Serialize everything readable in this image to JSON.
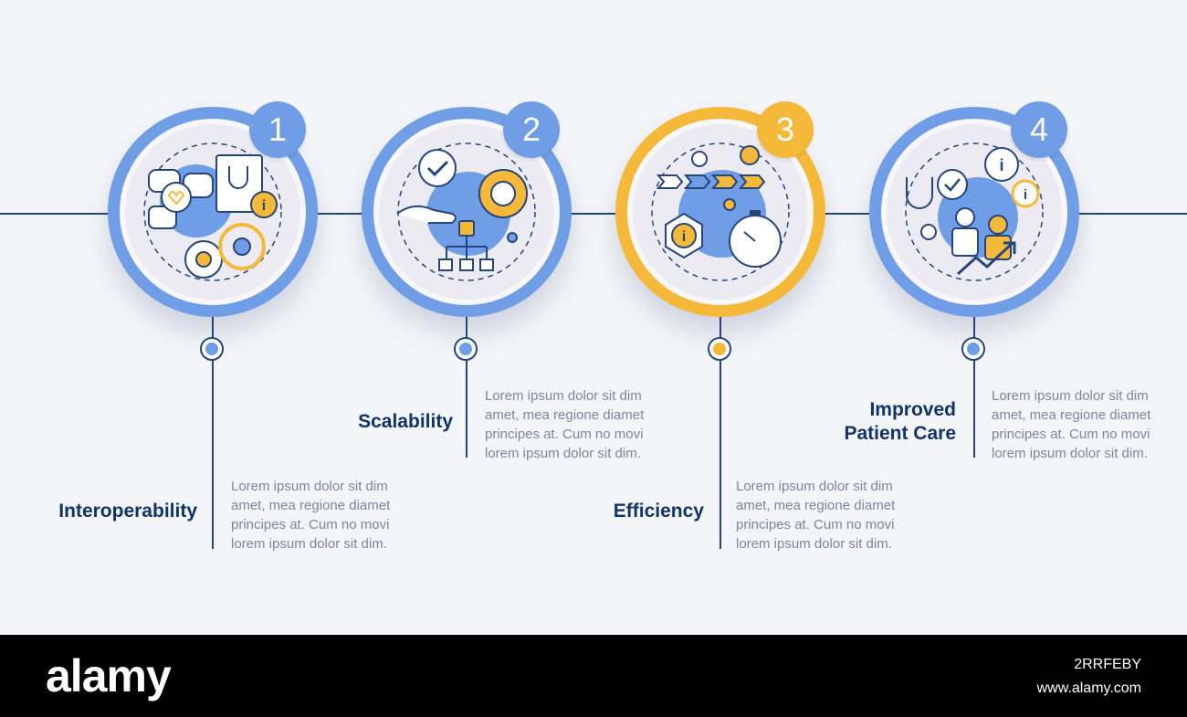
{
  "colors": {
    "blue": "#6f9de6",
    "yellow": "#f5b93a",
    "navy": "#10336b",
    "line": "#26457a",
    "text": "#7d869c"
  },
  "steps": [
    {
      "number": "1",
      "title": "Interoperability",
      "description": "Lorem ipsum dolor sit dim amet, mea regione diamet principes at. Cum no movi lorem ipsum dolor sit dim.",
      "icon": "medical-data-exchange-icon",
      "accent": "blue"
    },
    {
      "number": "2",
      "title": "Scalability",
      "description": "Lorem ipsum dolor sit dim amet, mea regione diamet principes at. Cum no movi lorem ipsum dolor sit dim.",
      "icon": "healthcare-network-hand-icon",
      "accent": "blue"
    },
    {
      "number": "3",
      "title": "Efficiency",
      "description": "Lorem ipsum dolor sit dim amet, mea regione diamet principes at. Cum no movi lorem ipsum dolor sit dim.",
      "icon": "workflow-stopwatch-icon",
      "accent": "yellow"
    },
    {
      "number": "4",
      "title": "Improved\nPatient Care",
      "description": "Lorem ipsum dolor sit dim amet, mea regione diamet principes at. Cum no movi lorem ipsum dolor sit dim.",
      "icon": "doctor-patient-care-icon",
      "accent": "blue"
    }
  ],
  "footer": {
    "logo": "alamy",
    "image_id": "2RRFEBY",
    "site": "www.alamy.com"
  }
}
